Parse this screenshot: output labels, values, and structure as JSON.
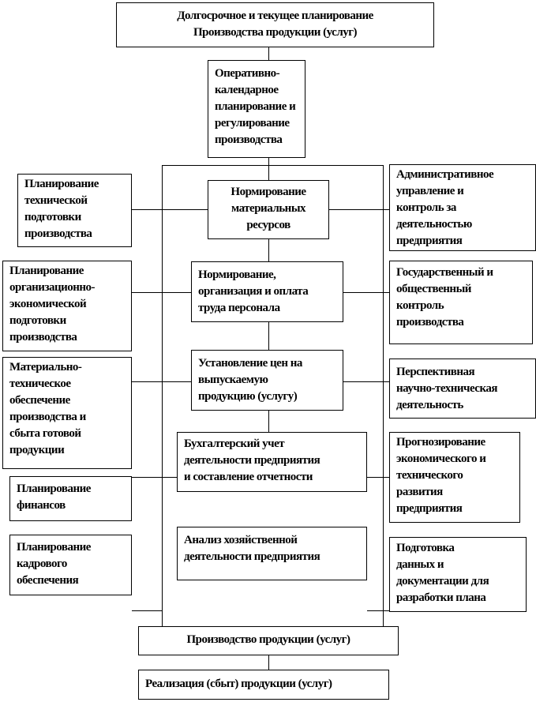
{
  "top": "Долгосрочное и текущее планирование\nПроизводства продукции (услуг)",
  "operative": "Оперативно-\nкалендарное\nпланирование и\nрегулирование\nпроизводства",
  "center": [
    "Нормирование\nматериальных\nресурсов",
    "Нормирование,\nорганизация и оплата\nтруда персонала",
    "Установление цен на\nвыпускаемую\nпродукцию (услугу)",
    "Бухгалтерский учет\nдеятельности предприятия\nи составление отчетности",
    "Анализ хозяйственной\nдеятельности предприятия"
  ],
  "left": [
    "Планирование\nтехнической\nподготовки\nпроизводства",
    "Планирование\nорганизационно-\nэкономической\nподготовки\nпроизводства",
    "Материально-\nтехническое\nобеспечение\nпроизводства и\nсбыта готовой\nпродукции",
    "Планирование\nфинансов",
    "Планирование\nкадрового\nобеспечения"
  ],
  "right": [
    "Административное\nуправление и\nконтроль за\nдеятельностью\nпредприятия",
    "Государственный и\nобщественный\nконтроль\nпроизводства",
    "Перспективная\nнаучно-техническая\nдеятельность",
    "Прогнозирование\nэкономического и\nтехнического\nразвития\nпредприятия",
    "Подготовка\nданных и\nдокументации для\nразработки плана"
  ],
  "production": "Производство продукции (услуг)",
  "sales": "Реализация (сбыт) продукции (услуг)"
}
